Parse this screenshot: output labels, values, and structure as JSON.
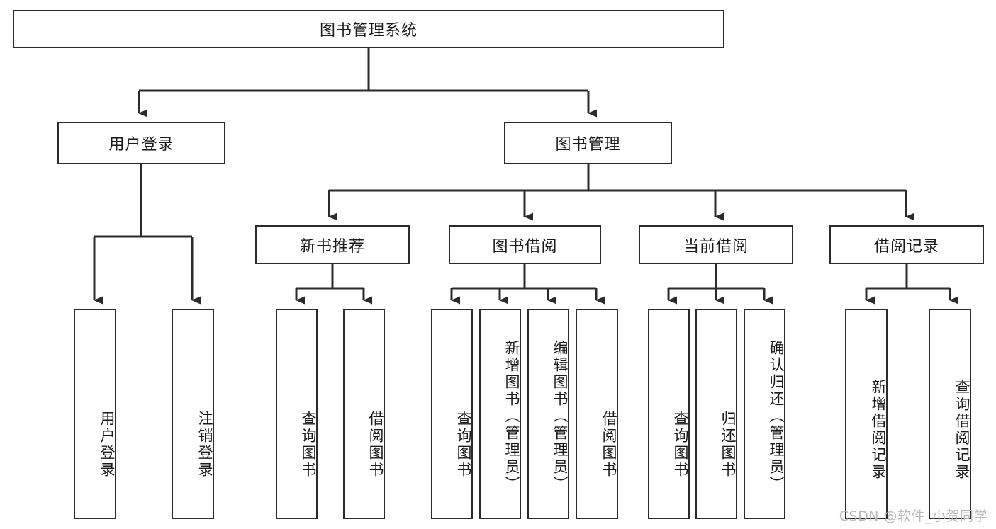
{
  "diagram": {
    "title": "图书管理系统",
    "type": "hierarchy-tree",
    "colors": {
      "stroke": "#2b2b2b",
      "fill": "#ffffff",
      "text": "#1a1a1a",
      "watermark": "#b9b9b9"
    },
    "root": {
      "label": "图书管理系统"
    },
    "level2": [
      {
        "label": "用户登录"
      },
      {
        "label": "图书管理"
      }
    ],
    "level3": [
      {
        "label": "新书推荐"
      },
      {
        "label": "图书借阅"
      },
      {
        "label": "当前借阅"
      },
      {
        "label": "借阅记录"
      }
    ],
    "leaves": {
      "user_login": [
        {
          "label": "用户登录"
        },
        {
          "label": "注销登录"
        }
      ],
      "new_book": [
        {
          "label": "查询图书"
        },
        {
          "label": "借阅图书"
        }
      ],
      "borrow": [
        {
          "label": "查询图书"
        },
        {
          "label": "新增图书（管理员）"
        },
        {
          "label": "编辑图书（管理员）"
        },
        {
          "label": "借阅图书"
        }
      ],
      "current": [
        {
          "label": "查询图书"
        },
        {
          "label": "归还图书"
        },
        {
          "label": "确认归还（管理员）"
        }
      ],
      "records": [
        {
          "label": "新增借阅记录"
        },
        {
          "label": "查询借阅记录"
        }
      ]
    }
  },
  "watermark": {
    "text": "CSDN @软件_小贺同学"
  }
}
